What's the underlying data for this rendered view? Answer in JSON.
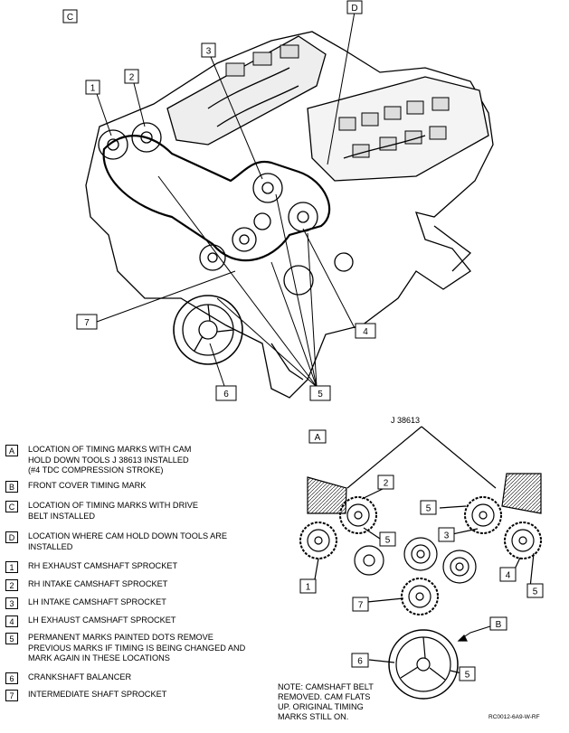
{
  "callouts": {
    "A": "A",
    "B": "B",
    "C": "C",
    "D": "D",
    "n1": "1",
    "n2": "2",
    "n3": "3",
    "n4": "4",
    "n5": "5",
    "n6": "6",
    "n7": "7"
  },
  "tool_label": "J 38613",
  "legend": [
    {
      "key": "A",
      "text": "LOCATION OF TIMING MARKS WITH CAM\nHOLD DOWN TOOLS J  38613 INSTALLED\n(#4 TDC COMPRESSION STROKE)"
    },
    {
      "key": "B",
      "text": "FRONT COVER TIMING MARK"
    },
    {
      "key": "C",
      "text": "LOCATION OF TIMING MARKS WITH DRIVE\nBELT INSTALLED"
    },
    {
      "key": "D",
      "text": "LOCATION WHERE CAM HOLD DOWN TOOLS ARE\nINSTALLED"
    },
    {
      "key": "1",
      "text": "RH EXHAUST CAMSHAFT SPROCKET"
    },
    {
      "key": "2",
      "text": "RH INTAKE CAMSHAFT SPROCKET"
    },
    {
      "key": "3",
      "text": "LH INTAKE CAMSHAFT SPROCKET"
    },
    {
      "key": "4",
      "text": "LH EXHAUST CAMSHAFT SPROCKET"
    },
    {
      "key": "5",
      "text": "PERMANENT MARKS PAINTED DOTS REMOVE\nPREVIOUS MARKS IF TIMING IS BEING CHANGED AND\nMARK AGAIN IN THESE LOCATIONS"
    },
    {
      "key": "6",
      "text": "CRANKSHAFT BALANCER"
    },
    {
      "key": "7",
      "text": "INTERMEDIATE SHAFT SPROCKET"
    }
  ],
  "note": "NOTE: CAMSHAFT BELT\nREMOVED. CAM FLATS\nUP. ORIGINAL TIMING\nMARKS STILL ON.",
  "figure_code": "RC0012-6A9-W-RF"
}
